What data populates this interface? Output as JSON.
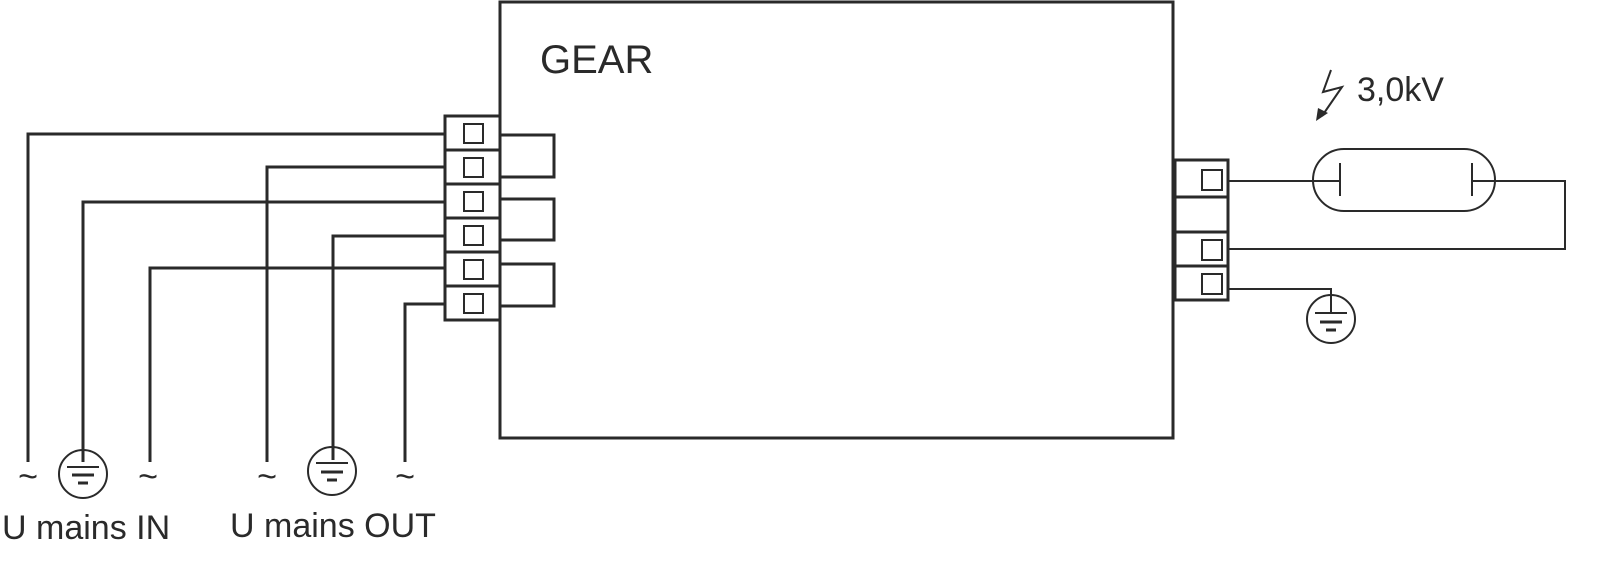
{
  "device": {
    "label": "GEAR"
  },
  "ignition": {
    "voltage_label": "3,0kV",
    "icon": "lightning-arrow-icon"
  },
  "mains": {
    "in_label": "U mains IN",
    "out_label": "U mains OUT",
    "ac_symbol": "~"
  },
  "colors": {
    "line": "#2a2a2a",
    "background": "#ffffff"
  }
}
